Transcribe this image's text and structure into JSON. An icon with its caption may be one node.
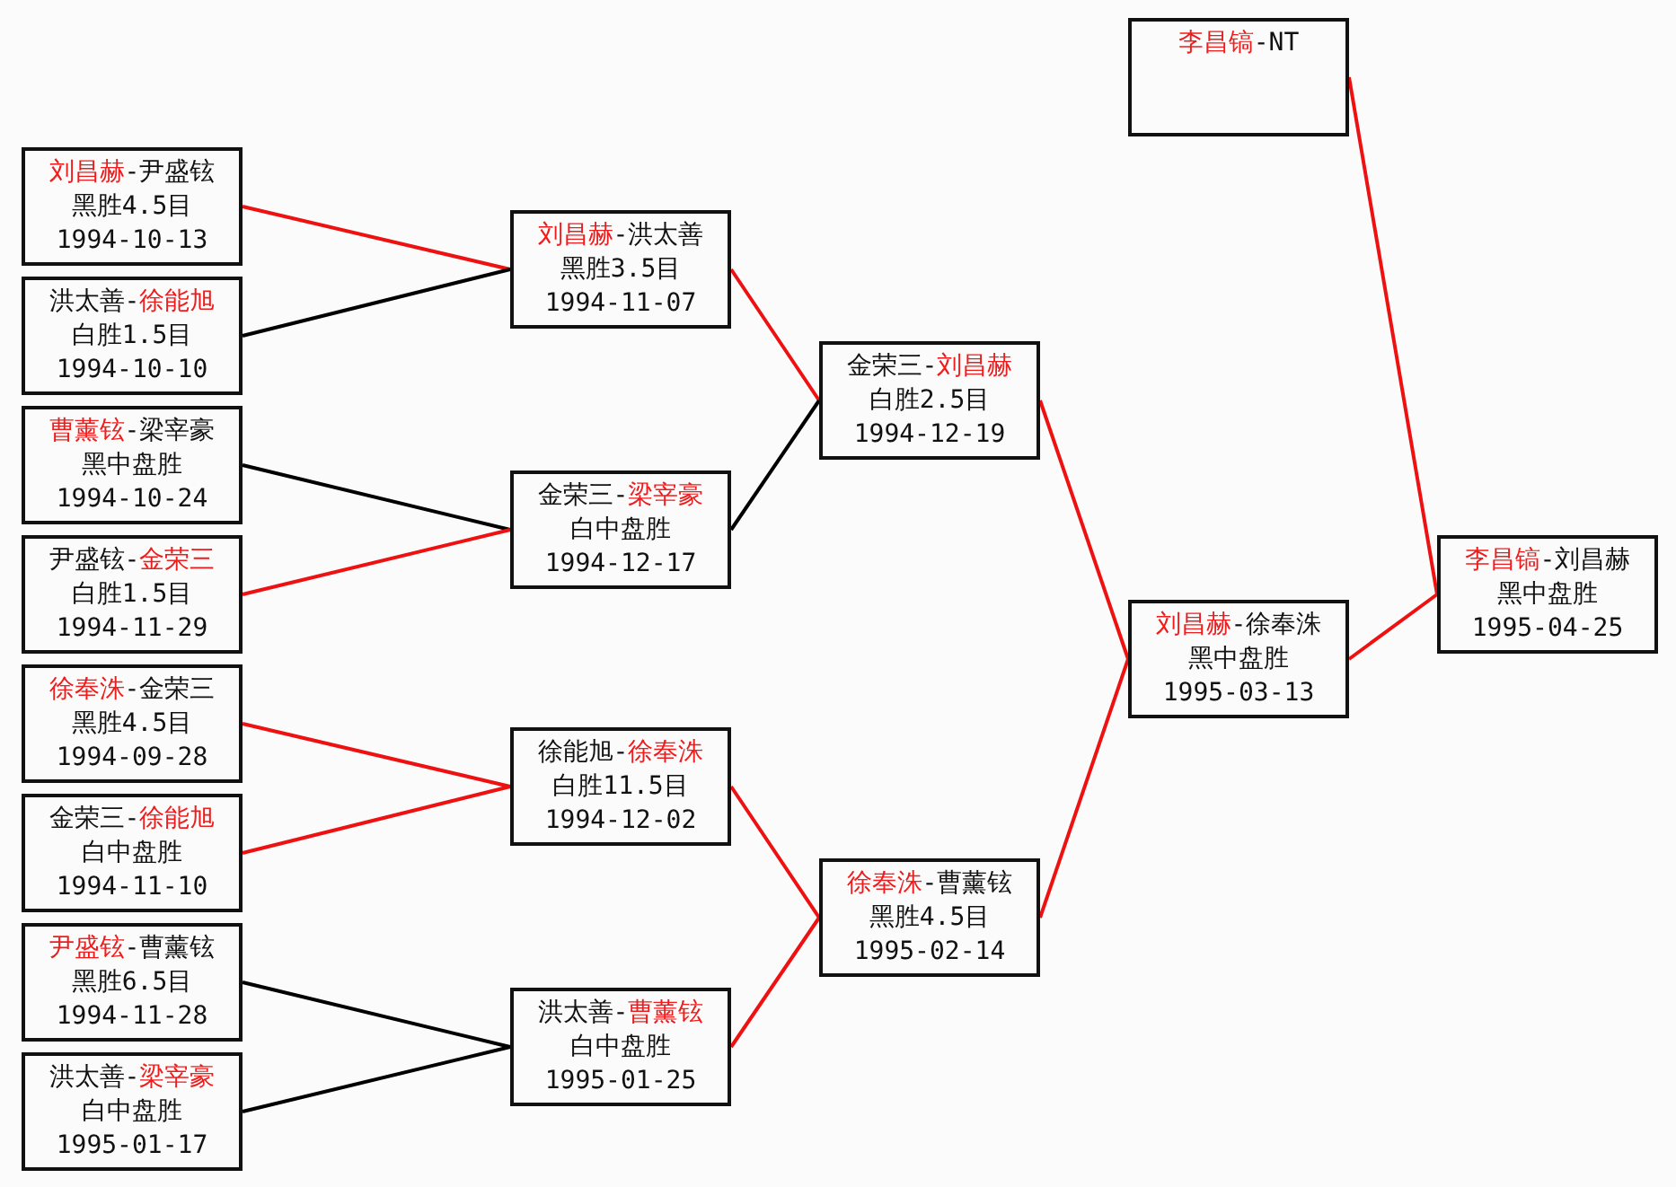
{
  "diagram": {
    "nodes": [
      {
        "text": [
          "**刘昌赫**-尹盛铉",
          "黑胜4.5目",
          "1994-10-13"
        ]
      },
      {
        "text": [
          "洪太善-**徐能旭**",
          "白胜1.5目",
          "1994-10-10"
        ]
      },
      {
        "text": [
          "**曹薰铉**-梁宰豪",
          "黑中盘胜",
          "1994-10-24"
        ]
      },
      {
        "text": [
          "尹盛铉-**金荣三**",
          "白胜1.5目",
          "1994-11-29"
        ]
      },
      {
        "text": [
          "**徐奉洙**-金荣三",
          "黑胜4.5目",
          "1994-09-28"
        ]
      },
      {
        "text": [
          "金荣三-**徐能旭**",
          "白中盘胜",
          "1994-11-10"
        ]
      },
      {
        "text": [
          "**尹盛铉**-曹薰铉",
          "黑胜6.5目",
          "1994-11-28"
        ]
      },
      {
        "text": [
          "洪太善-**梁宰豪**",
          "白中盘胜",
          "1995-01-17"
        ]
      },
      {
        "text": [
          "**刘昌赫**-洪太善",
          "黑胜3.5目",
          "1994-11-07"
        ]
      },
      {
        "text": [
          "金荣三-**梁宰豪**",
          "白中盘胜",
          "1994-12-17"
        ]
      },
      {
        "text": [
          "徐能旭-**徐奉洙**",
          "白胜11.5目",
          "1994-12-02"
        ]
      },
      {
        "text": [
          "洪太善-**曹薰铉**",
          "白中盘胜",
          "1995-01-25"
        ]
      },
      {
        "text": [
          "金荣三-**刘昌赫**",
          "白胜2.5目",
          "1994-12-19"
        ]
      },
      {
        "text": [
          "**徐奉洙**-曹薰铉",
          "黑胜4.5目",
          "1995-02-14"
        ]
      },
      {
        "text": [
          "**刘昌赫**-徐奉洙",
          "黑中盘胜",
          "1995-03-13"
        ]
      },
      {
        "text": [
          "**李昌镐**-NT"
        ]
      },
      {
        "text": [
          "**李昌镐**-刘昌赫",
          "黑中盘胜",
          "1995-04-25"
        ]
      }
    ],
    "edges": [
      {
        "from": 0,
        "to": 8,
        "arrow": "none"
      },
      {
        "from": 1,
        "to": 8,
        "arrow": "none",
        "color": "#000000"
      },
      {
        "from": 2,
        "to": 9,
        "arrow": "none",
        "color": "#000000"
      },
      {
        "from": 3,
        "to": 9,
        "arrow": "none"
      },
      {
        "from": 4,
        "to": 10,
        "arrow": "none"
      },
      {
        "from": 5,
        "to": 10,
        "arrow": "none"
      },
      {
        "from": 6,
        "to": 11,
        "arrow": "none",
        "color": "#000000"
      },
      {
        "from": 7,
        "to": 11,
        "arrow": "none",
        "color": "#000000"
      },
      {
        "from": 8,
        "to": 12,
        "arrow": "none"
      },
      {
        "from": 9,
        "to": 12,
        "arrow": "none",
        "color": "#000000"
      },
      {
        "from": 10,
        "to": 13,
        "arrow": "none"
      },
      {
        "from": 11,
        "to": 13,
        "arrow": "none"
      },
      {
        "from": 12,
        "to": 14,
        "arrow": "none"
      },
      {
        "from": 13,
        "to": 14,
        "arrow": "none"
      },
      {
        "from": 14,
        "to": 16,
        "arrow": "none"
      },
      {
        "from": 15,
        "to": 16,
        "arrow": "none"
      }
    ]
  }
}
